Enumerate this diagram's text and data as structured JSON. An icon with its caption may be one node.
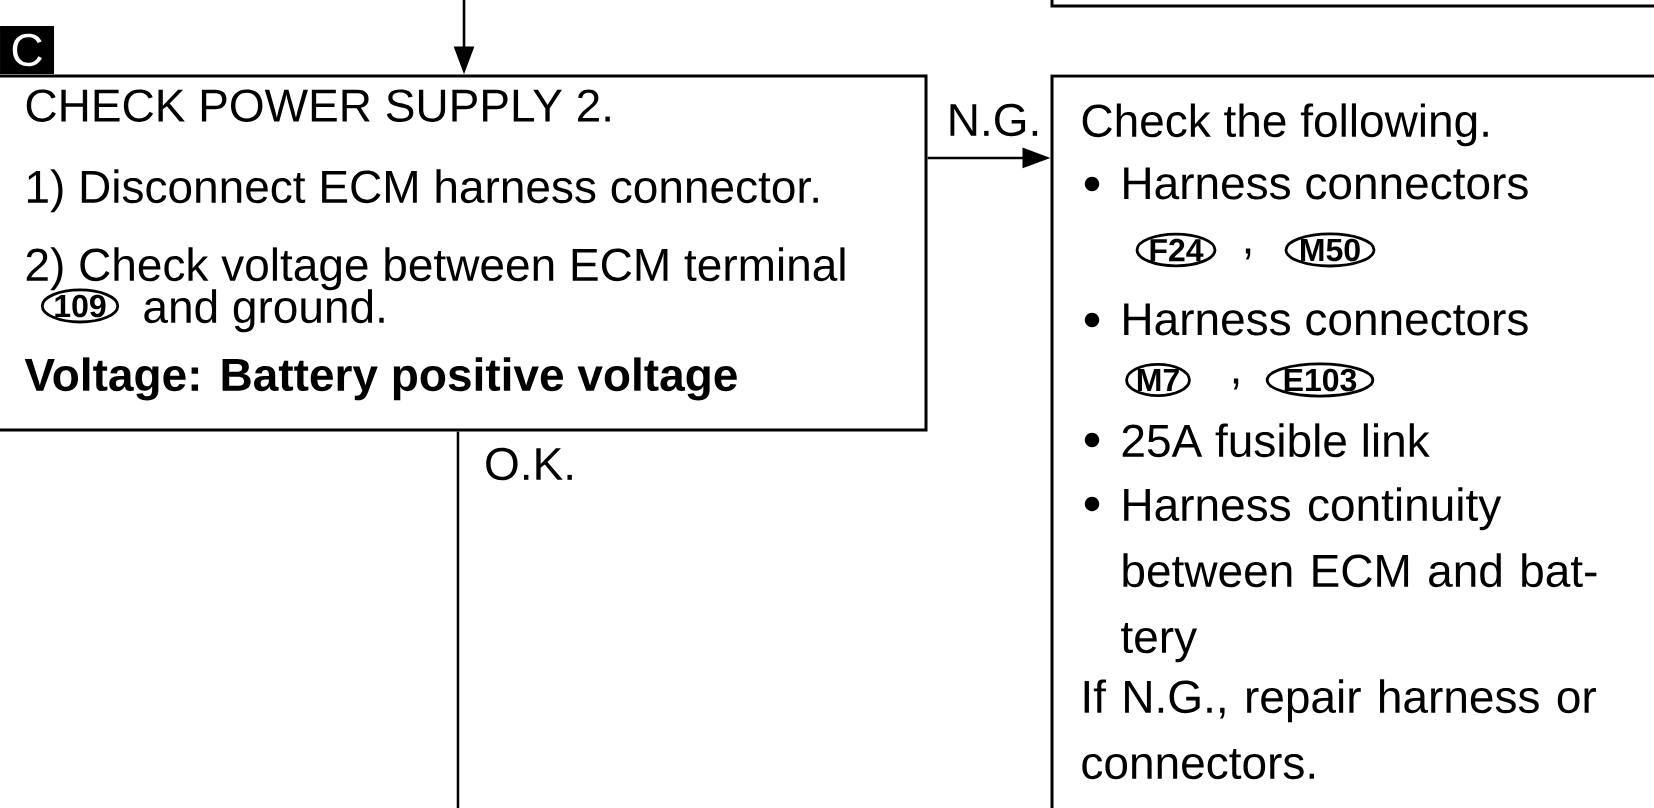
{
  "diagram": {
    "nodes": [
      {
        "text": [],
        "shape": "box"
      },
      {
        "text": [
          "CHECK POWER SUPPLY 2.",
          "1) Disconnect ECM harness connector.",
          "2) Check voltage between ECM terminal",
          "and ground.",
          "Voltage: Battery positive voltage"
        ]
      },
      {
        "text": [
          "109"
        ],
        "in": 1
      },
      {
        "text": [
          "Check the following.",
          "Harness connectors",
          "Harness connectors",
          "25A fusible link",
          "Harness continuity between ECM and bat- tery",
          "If N.G., repair harness or connectors."
        ]
      },
      {
        "text": [
          "F24"
        ],
        "in": 3
      },
      {
        "text": [
          "M50"
        ],
        "in": 3
      },
      {
        "text": [
          "M7"
        ],
        "in": 3
      },
      {
        "text": [
          "E103"
        ],
        "in": 3
      }
    ],
    "edges": [
      {
        "from": null,
        "to": 1,
        "arrow": "to"
      },
      {
        "from": 1,
        "to": 3,
        "arrow": "to",
        "label": "N.G."
      },
      {
        "from": 1,
        "to": null,
        "arrow": "none",
        "label": "O.K."
      }
    ],
    "labels": [
      "C",
      ",",
      ","
    ]
  }
}
